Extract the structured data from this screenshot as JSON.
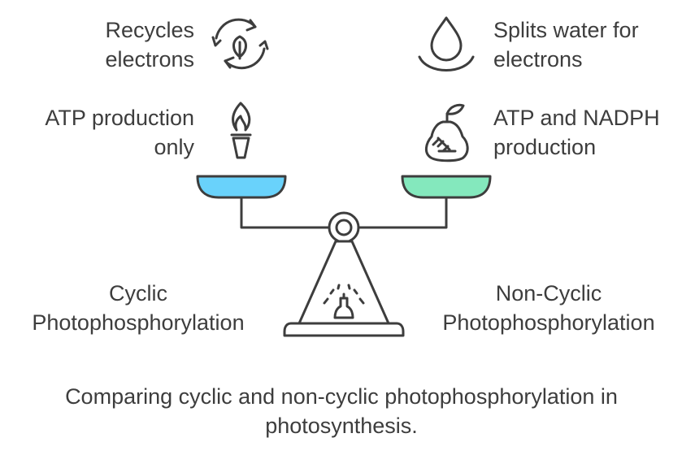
{
  "left": {
    "feature_1": [
      "Recycles",
      "electrons"
    ],
    "feature_2": [
      "ATP production",
      "only"
    ],
    "pan_color": "#69d2fb",
    "name": [
      "Cyclic",
      "Photophosphorylation"
    ],
    "icons": [
      "recycle-leaf-icon",
      "torch-icon"
    ]
  },
  "right": {
    "feature_1": [
      "Splits water for",
      "electrons"
    ],
    "feature_2": [
      "ATP and NADPH",
      "production"
    ],
    "pan_color": "#84e8bd",
    "name": [
      "Non-Cyclic",
      "Photophosphorylation"
    ],
    "icons": [
      "water-drop-icon",
      "pear-icon"
    ]
  },
  "caption": [
    "Comparing cyclic and non-cyclic photophosphorylation in",
    "photosynthesis."
  ],
  "colors": {
    "stroke": "#3d3d3d",
    "background": "#ffffff"
  }
}
